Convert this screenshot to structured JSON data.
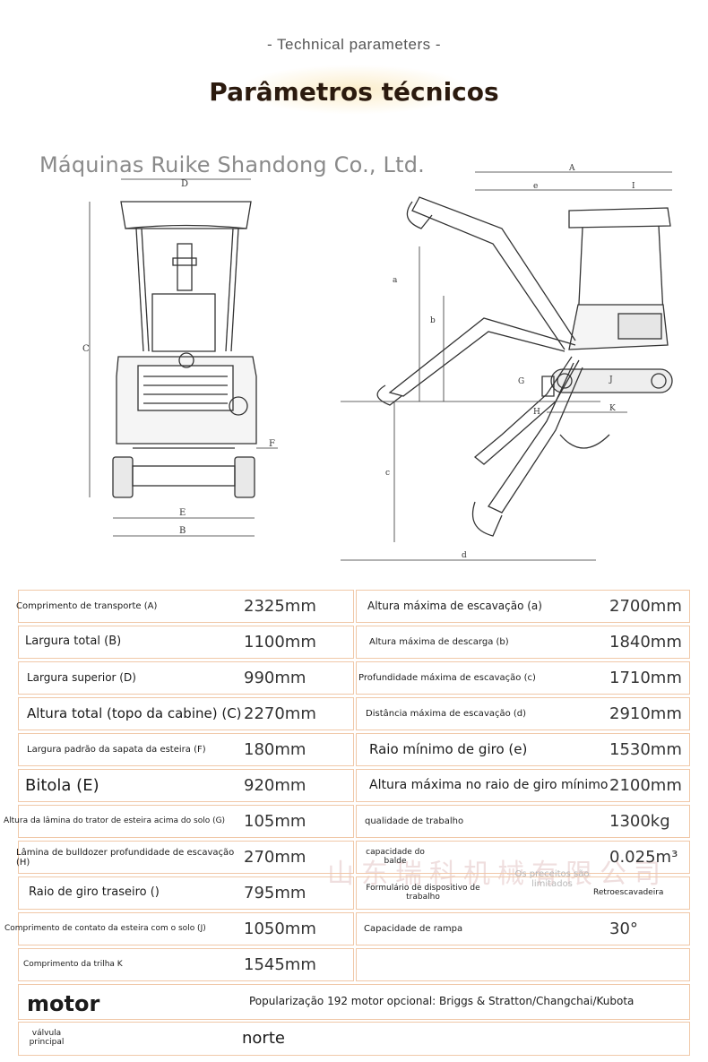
{
  "header": {
    "subtitle": "- Technical parameters -",
    "title": "Parâmetros técnicos",
    "company": "Máquinas Ruike Shandong Co., Ltd."
  },
  "drawing": {
    "front_labels": {
      "D": "D",
      "C": "C",
      "F": "F",
      "E": "E",
      "B": "B"
    },
    "side_labels": {
      "A": "A",
      "e": "e",
      "I": "I",
      "a": "a",
      "b": "b",
      "G": "G",
      "H": "H",
      "J": "J",
      "K": "K",
      "c": "c",
      "d": "d"
    }
  },
  "specs": {
    "rows": [
      {
        "l1": "Comprimento de transporte (A)",
        "v1": "2325mm",
        "l2": "Altura máxima de escavação (a)",
        "v2": "2700mm"
      },
      {
        "l1": "Largura total (B)",
        "v1": "1100mm",
        "l2": "Altura máxima de descarga (b)",
        "v2": "1840mm"
      },
      {
        "l1": "Largura superior (D)",
        "v1": "990mm",
        "l2": "Profundidade máxima de escavação (c)",
        "v2": "1710mm"
      },
      {
        "l1": "Altura total (topo da cabine) (C)",
        "v1": "2270mm",
        "l2": "Distância máxima de escavação (d)",
        "v2": "2910mm"
      },
      {
        "l1": "Largura padrão da sapata da esteira (F)",
        "v1": "180mm",
        "l2": "Raio mínimo de giro (e)",
        "v2": "1530mm"
      },
      {
        "l1": "Bitola (E)",
        "v1": "920mm",
        "l2": "Altura máxima no raio de giro mínimo",
        "v2": "2100mm"
      },
      {
        "l1": "Altura da lâmina do trator de esteira acima do solo (G)",
        "v1": "105mm",
        "l2": "qualidade de trabalho",
        "v2": "1300kg"
      },
      {
        "l1": "Lâmina de bulldozer profundidade de escavação (H)",
        "v1": "270mm",
        "l2": "capacidade do balde",
        "v2": "0.025m³"
      },
      {
        "l1": "Raio de giro traseiro ()",
        "v1": "795mm",
        "l2": "Formulário de dispositivo de trabalho",
        "v2_note": "Os preceitos são limitados",
        "v2": "Retroescavadeira"
      },
      {
        "l1": "Comprimento de contato da esteira com o solo (J)",
        "v1": "1050mm",
        "l2": "Capacidade de rampa",
        "v2": "30°"
      },
      {
        "l1": "Comprimento da trilha K",
        "v1": "1545mm"
      }
    ],
    "motor": {
      "label": "motor",
      "value": "Popularização 192 motor opcional: Briggs & Stratton/Changchai/Kubota"
    },
    "valve": {
      "label": "válvula principal",
      "value": "norte"
    }
  },
  "watermark": "山东瑞科机械有限公司"
}
